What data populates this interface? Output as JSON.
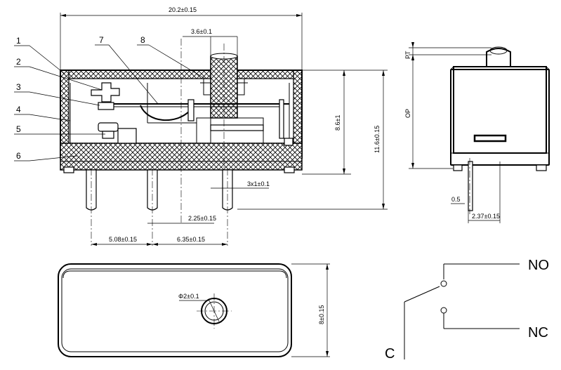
{
  "dimensions": {
    "overall_width": "20.2±0.15",
    "plunger_width": "3.6±0.1",
    "inner_height": "8.6±1",
    "total_height": "11.6±0.15",
    "pin_size": "3x1±0.1",
    "offset_a": "2.25±0.15",
    "pitch_a": "5.08±0.15",
    "pitch_b": "6.35±0.15",
    "side_pt": "PT",
    "side_op": "OP",
    "side_pin": "0.5",
    "side_width": "2.37±0.15",
    "hole_dia": "Φ2±0.1",
    "base_depth": "8±0.15"
  },
  "callouts": [
    "1",
    "2",
    "3",
    "4",
    "5",
    "6",
    "7",
    "8"
  ],
  "schematic": {
    "no": "NO",
    "nc": "NC",
    "c": "C"
  }
}
